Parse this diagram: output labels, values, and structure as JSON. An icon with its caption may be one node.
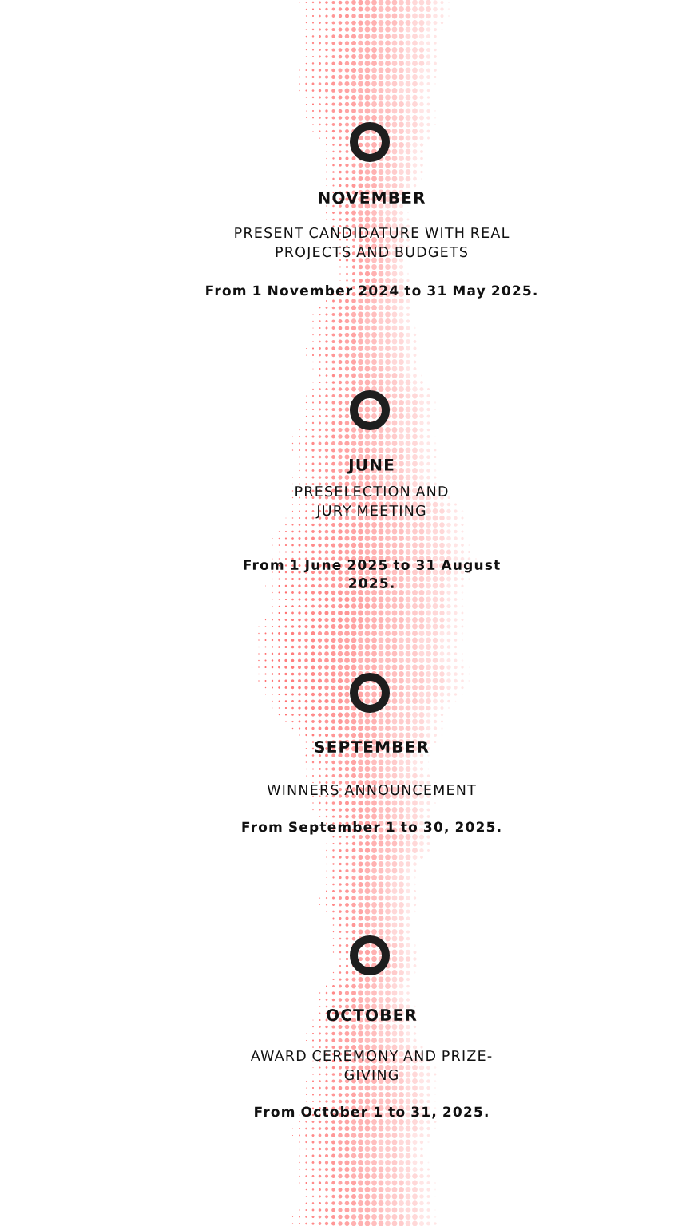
{
  "diagram": {
    "nodes": [
      {
        "text": [],
        "shape": "circle",
        "beside": [
          "NOVEMBER",
          "PRESENT CANDIDATURE WITH REAL PROJECTS AND BUDGETS",
          "From 1 November 2024 to 31 May 2025."
        ]
      },
      {
        "text": [],
        "shape": "circle",
        "beside": [
          "JUNE",
          "PRESELECTION AND JURY MEETING",
          "From 1 June 2025 to 31 August 2025."
        ]
      },
      {
        "text": [],
        "shape": "circle",
        "beside": [
          "SEPTEMBER",
          "WINNERS ANNOUNCEMENT",
          "From September 1 to 30, 2025."
        ]
      },
      {
        "text": [],
        "shape": "circle",
        "beside": [
          "OCTOBER",
          "AWARD CEREMONY AND PRIZE-GIVING",
          "From October 1 to 31, 2025."
        ]
      }
    ]
  }
}
